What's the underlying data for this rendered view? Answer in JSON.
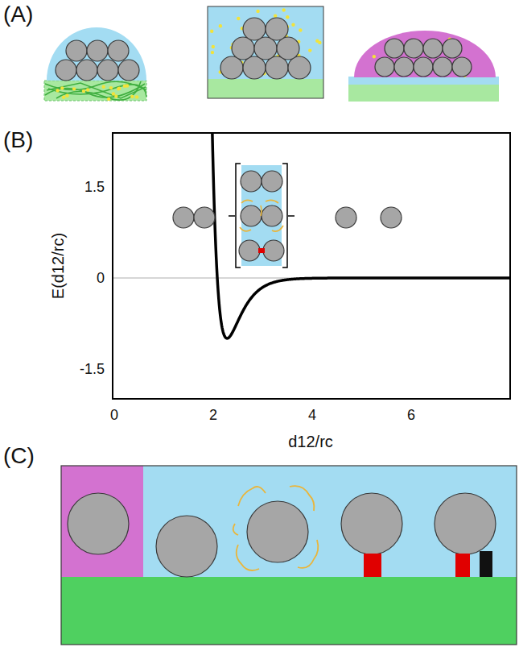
{
  "diagram": {
    "labels": [
      "(A)",
      "(B)",
      "(C)",
      "1.5",
      "0",
      "-1.5",
      "0",
      "2",
      "4",
      "6",
      "E(d12/rc)",
      "d12/rc"
    ]
  }
}
